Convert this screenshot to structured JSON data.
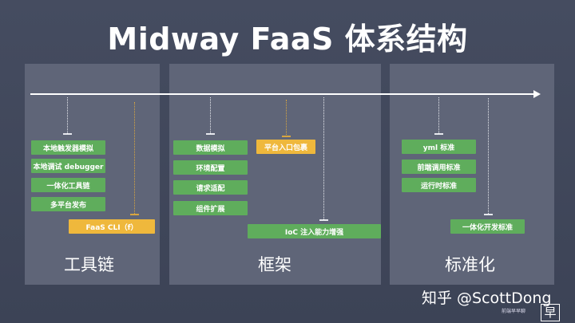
{
  "title": "Midway FaaS 体系结构",
  "sections": {
    "tools": "工具链",
    "framework": "框架",
    "standard": "标准化"
  },
  "tools": {
    "items": [
      "本地触发器模拟",
      "本地调试 debugger",
      "一体化工具链",
      "多平台发布"
    ],
    "cli": "FaaS CLI（f）"
  },
  "framework": {
    "items": [
      "数据模拟",
      "环境配置",
      "请求适配",
      "组件扩展"
    ],
    "entry": "平台入口包裹",
    "ioc": "IoC 注入能力增强"
  },
  "standard": {
    "items": [
      "yml 标准",
      "前端调用标准",
      "运行时标准"
    ],
    "dev": "一体化开发标准"
  },
  "watermark": {
    "text": "知乎 @ScottDong",
    "sub": "前端早早聊",
    "logo": "早"
  },
  "colors": {
    "green": "#5fad5c",
    "yellow": "#efb83c",
    "panel": "#5f6578"
  }
}
